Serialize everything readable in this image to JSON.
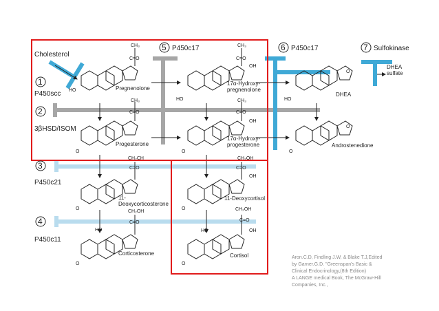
{
  "steps": [
    {
      "num": "1",
      "enzyme": "P450scc"
    },
    {
      "num": "2",
      "enzyme": "3βHSD/ISOM"
    },
    {
      "num": "3",
      "enzyme": "P450c21"
    },
    {
      "num": "4",
      "enzyme": "P450c11"
    },
    {
      "num": "5",
      "enzyme": "P450c17"
    },
    {
      "num": "6",
      "enzyme": "P450c17"
    },
    {
      "num": "7",
      "enzyme": "Sulfokinase"
    }
  ],
  "substrate": "Cholesterol",
  "compounds": {
    "pregnenolone": "Pregnenolone",
    "hydroxypregnenolone_1": "17α-Hydroxy-",
    "hydroxypregnenolone_2": "pregnenolone",
    "dhea": "DHEA",
    "dhea_sulfate_1": "DHEA",
    "dhea_sulfate_2": "sulfate",
    "progesterone": "Progesterone",
    "hydroxyprogesterone_1": "17α-Hydroxy-",
    "hydroxyprogesterone_2": "progesterone",
    "androstenedione": "Androstenedione",
    "deoxycorticosterone_1": "11-",
    "deoxycorticosterone_2": "Deoxycorticosterone",
    "deoxycortisol": "11-Deoxycortisol",
    "corticosterone": "Corticosterone",
    "cortisol": "Cortisol"
  },
  "groups": {
    "ch3": "CH₃",
    "co": "C=O",
    "oh": "OH",
    "ho": "HO",
    "o": "O",
    "ch2oh": "CH₂OH",
    "ch2ch": "CH₂CH"
  },
  "citation": [
    "Aron.C.D, Findling J.W, & Blake T.J,Edited",
    "by Garner.G.D. \"Greenspan's Basic &",
    "Clinical Endocrinology,(8th Edition)",
    "A LANGE medical Book, The McGraw-Hill",
    "Companies, Inc.,"
  ],
  "colors": {
    "blue": "#3fa9d6",
    "light_blue": "#b9dcee",
    "gray": "#a6a6a6",
    "red": "#e11b1b"
  }
}
